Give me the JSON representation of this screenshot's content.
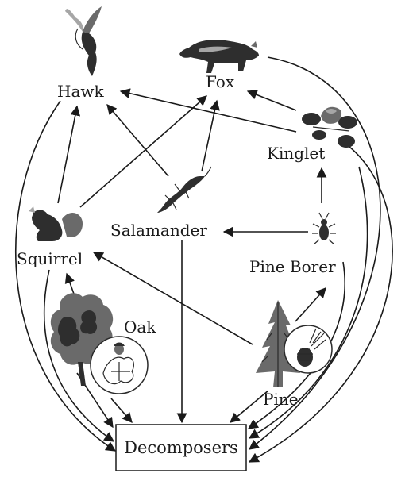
{
  "nodes": {
    "hawk": "Hawk",
    "fox": "Fox",
    "kinglet": "Kinglet",
    "squirrel": "Squirrel",
    "salamander": "Salamander",
    "pine_borer": "Pine Borer",
    "oak": "Oak",
    "pine": "Pine",
    "decomposers": "Decomposers"
  },
  "edges": [
    {
      "from": "Squirrel",
      "to": "Hawk"
    },
    {
      "from": "Salamander",
      "to": "Hawk"
    },
    {
      "from": "Kinglet",
      "to": "Hawk"
    },
    {
      "from": "Squirrel",
      "to": "Fox"
    },
    {
      "from": "Salamander",
      "to": "Fox"
    },
    {
      "from": "Kinglet",
      "to": "Fox"
    },
    {
      "from": "Pine Borer",
      "to": "Kinglet"
    },
    {
      "from": "Pine Borer",
      "to": "Salamander"
    },
    {
      "from": "Oak",
      "to": "Squirrel"
    },
    {
      "from": "Pine",
      "to": "Squirrel"
    },
    {
      "from": "Pine",
      "to": "Pine Borer"
    },
    {
      "from": "Hawk",
      "to": "Decomposers"
    },
    {
      "from": "Fox",
      "to": "Decomposers"
    },
    {
      "from": "Kinglet",
      "to": "Decomposers"
    },
    {
      "from": "Squirrel",
      "to": "Decomposers"
    },
    {
      "from": "Salamander",
      "to": "Decomposers"
    },
    {
      "from": "Pine Borer",
      "to": "Decomposers"
    },
    {
      "from": "Oak",
      "to": "Decomposers"
    },
    {
      "from": "Pine",
      "to": "Decomposers"
    }
  ],
  "icons": {
    "hawk": "hawk-icon",
    "fox": "fox-icon",
    "kinglet": "kinglet-bird-icon",
    "squirrel": "squirrel-icon",
    "salamander": "salamander-icon",
    "pine_borer": "pine-borer-beetle-icon",
    "oak": "oak-tree-icon",
    "oak_inset": "oak-leaf-acorn-icon",
    "pine": "pine-tree-icon",
    "pine_inset": "pine-cone-icon"
  }
}
